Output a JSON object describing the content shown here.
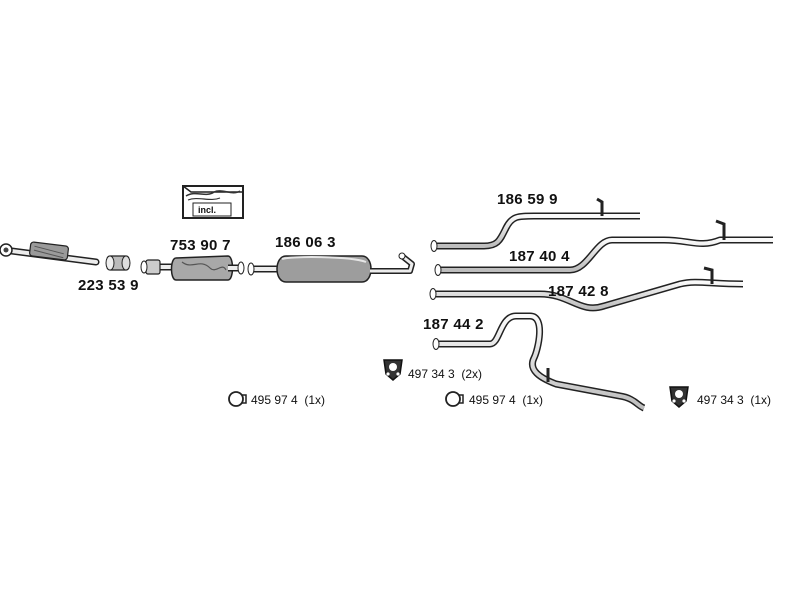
{
  "parts": {
    "front_pipe": "223 53 9",
    "catalytic_converter": "753 90 7",
    "center_muffler": "186 06 3",
    "tail_pipe_1": "186 59 9",
    "tail_pipe_2": "187 40 4",
    "tail_pipe_3": "187 42 8",
    "tail_pipe_4": "187 44 2"
  },
  "kit_box": {
    "label": "incl."
  },
  "accessories": {
    "rubber_mount_a": {
      "part": "497 34 3",
      "qty": "(2x)"
    },
    "rubber_mount_b": {
      "part": "497 34 3",
      "qty": "(1x)"
    },
    "ring_a": {
      "part": "495 97 4",
      "qty": "(1x)"
    },
    "ring_b": {
      "part": "495 97 4",
      "qty": "(1x)"
    }
  }
}
